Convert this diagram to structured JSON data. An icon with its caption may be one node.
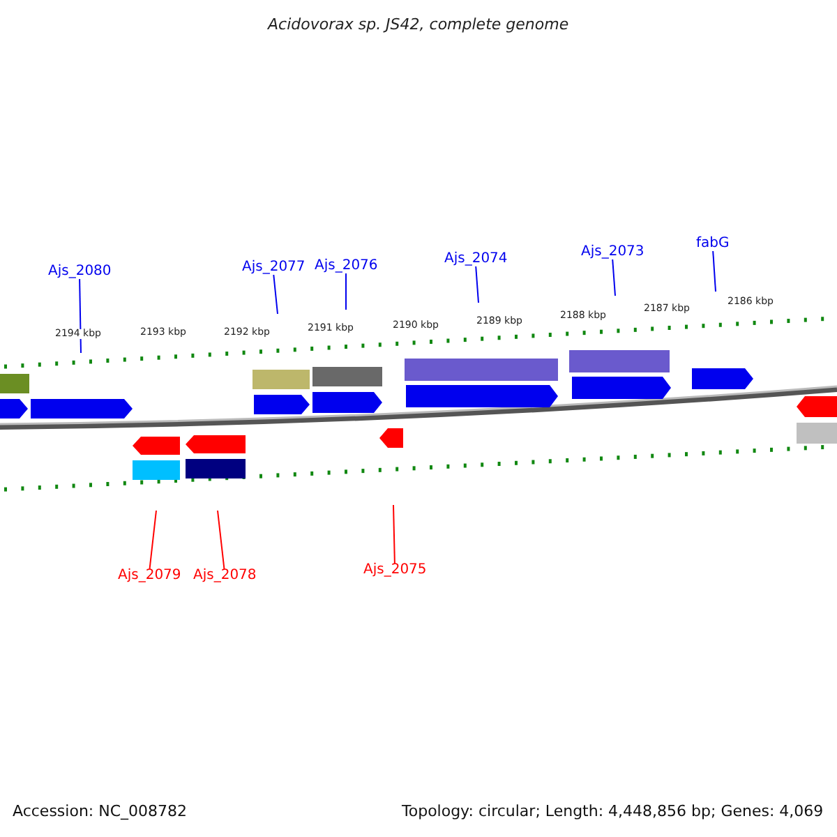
{
  "diagram": {
    "title": "Acidovorax sp. JS42, complete genome",
    "nodes": [
      {
        "text": [
          "Ajs_2080"
        ]
      },
      {
        "text": [
          "Ajs_2077"
        ]
      },
      {
        "text": [
          "Ajs_2076"
        ]
      },
      {
        "text": [
          "Ajs_2074"
        ]
      },
      {
        "text": [
          "Ajs_2073"
        ]
      },
      {
        "text": [
          "fabG"
        ]
      },
      {
        "text": [
          "Ajs_2079"
        ]
      },
      {
        "text": [
          "Ajs_2078"
        ]
      },
      {
        "text": [
          "Ajs_2075"
        ]
      }
    ],
    "edges": [
      {
        "from": 0,
        "to": null,
        "arrow": "none"
      },
      {
        "from": 1,
        "to": null,
        "arrow": "none"
      },
      {
        "from": 2,
        "to": null,
        "arrow": "none"
      },
      {
        "from": 3,
        "to": null,
        "arrow": "none"
      },
      {
        "from": 4,
        "to": null,
        "arrow": "none"
      },
      {
        "from": 5,
        "to": null,
        "arrow": "none"
      },
      {
        "from": 6,
        "to": null,
        "arrow": "none",
        "color": "#ff0000"
      },
      {
        "from": 7,
        "to": null,
        "arrow": "none",
        "color": "#ff0000"
      },
      {
        "from": 8,
        "to": null,
        "arrow": "none",
        "color": "#ff0000"
      }
    ],
    "labels": [
      "2194 kbp",
      "2193 kbp",
      "2192 kbp",
      "2191 kbp",
      "2190 kbp",
      "2189 kbp",
      "2188 kbp",
      "2187 kbp",
      "2186 kbp",
      "Accession: NC_008782",
      "Topology: circular; Length: 4,448,856 bp; Genes: 4,069"
    ]
  }
}
